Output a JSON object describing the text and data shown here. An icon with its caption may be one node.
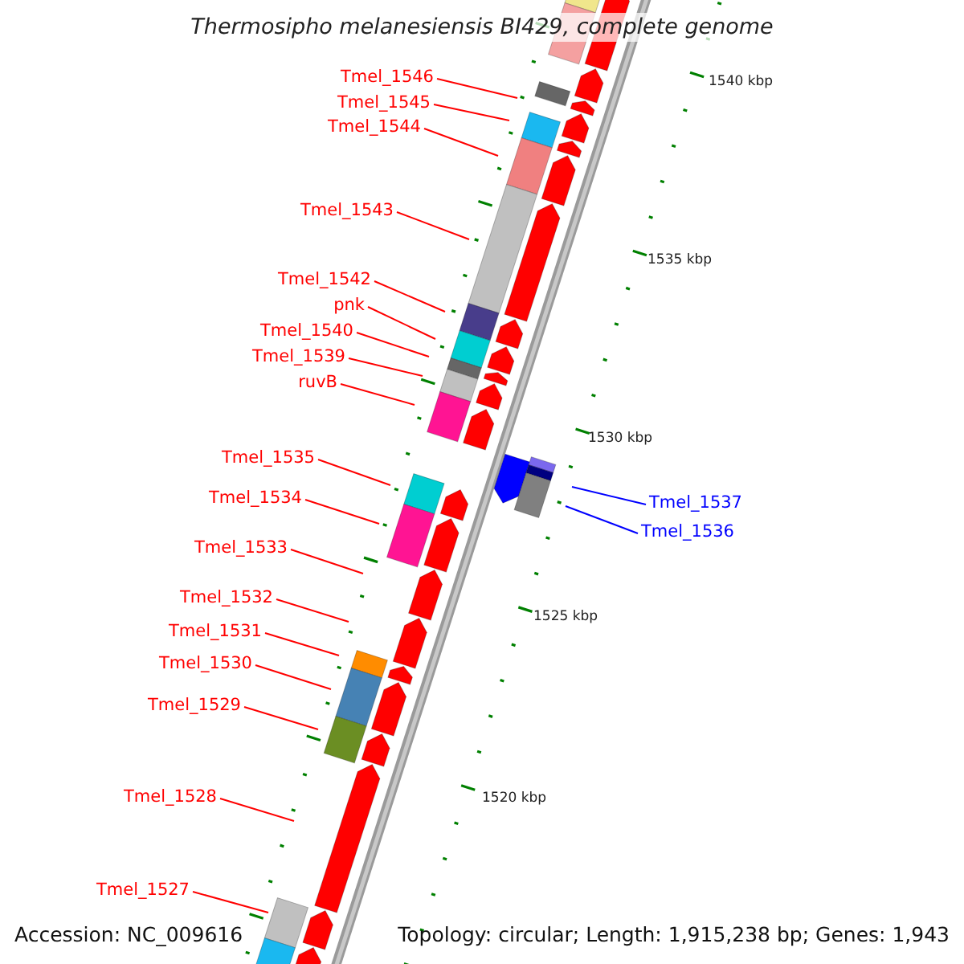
{
  "diagram": {
    "title": "Thermosipho melanesiensis BI429, complete genome",
    "nodes": [
      {
        "text": [
          "Tmel_1546"
        ]
      },
      {
        "text": [
          "Tmel_1545"
        ]
      },
      {
        "text": [
          "Tmel_1544"
        ]
      },
      {
        "text": [
          "Tmel_1543"
        ]
      },
      {
        "text": [
          "Tmel_1542"
        ]
      },
      {
        "text": [
          "pnk"
        ]
      },
      {
        "text": [
          "Tmel_1540"
        ]
      },
      {
        "text": [
          "Tmel_1539"
        ]
      },
      {
        "text": [
          "ruvB"
        ]
      },
      {
        "text": [
          "Tmel_1535"
        ]
      },
      {
        "text": [
          "Tmel_1534"
        ]
      },
      {
        "text": [
          "Tmel_1537"
        ]
      },
      {
        "text": [
          "Tmel_1536"
        ]
      },
      {
        "text": [
          "Tmel_1533"
        ]
      },
      {
        "text": [
          "Tmel_1532"
        ]
      },
      {
        "text": [
          "Tmel_1531"
        ]
      },
      {
        "text": [
          "Tmel_1530"
        ]
      },
      {
        "text": [
          "Tmel_1529"
        ]
      },
      {
        "text": [
          "Tmel_1528"
        ]
      },
      {
        "text": [
          "Tmel_1527"
        ]
      }
    ],
    "edges": [
      {
        "from": 0,
        "to": null,
        "arrow": "none"
      },
      {
        "from": 1,
        "to": null,
        "arrow": "none"
      },
      {
        "from": 2,
        "to": null,
        "arrow": "none"
      },
      {
        "from": 3,
        "to": null,
        "arrow": "none"
      },
      {
        "from": 4,
        "to": null,
        "arrow": "none"
      },
      {
        "from": 5,
        "to": null,
        "arrow": "none"
      },
      {
        "from": 6,
        "to": null,
        "arrow": "none"
      },
      {
        "from": 7,
        "to": null,
        "arrow": "none"
      },
      {
        "from": 8,
        "to": null,
        "arrow": "none"
      },
      {
        "from": 9,
        "to": null,
        "arrow": "none"
      },
      {
        "from": 10,
        "to": null,
        "arrow": "none"
      },
      {
        "from": 11,
        "to": null,
        "arrow": "none",
        "color": "#0000ff"
      },
      {
        "from": 12,
        "to": null,
        "arrow": "none",
        "color": "#0000ff"
      },
      {
        "from": 13,
        "to": null,
        "arrow": "none"
      },
      {
        "from": 14,
        "to": null,
        "arrow": "none"
      },
      {
        "from": 15,
        "to": null,
        "arrow": "none"
      },
      {
        "from": 16,
        "to": null,
        "arrow": "none"
      },
      {
        "from": 17,
        "to": null,
        "arrow": "none"
      },
      {
        "from": 18,
        "to": null,
        "arrow": "none"
      },
      {
        "from": 19,
        "to": null,
        "arrow": "none"
      }
    ],
    "labels": [
      "1540 kbp",
      "1535 kbp",
      "1530 kbp",
      "1525 kbp",
      "1520 kbp",
      "Accession: NC_009616",
      "Topology: circular; Length: 1,915,238 bp; Genes: 1,943"
    ]
  }
}
